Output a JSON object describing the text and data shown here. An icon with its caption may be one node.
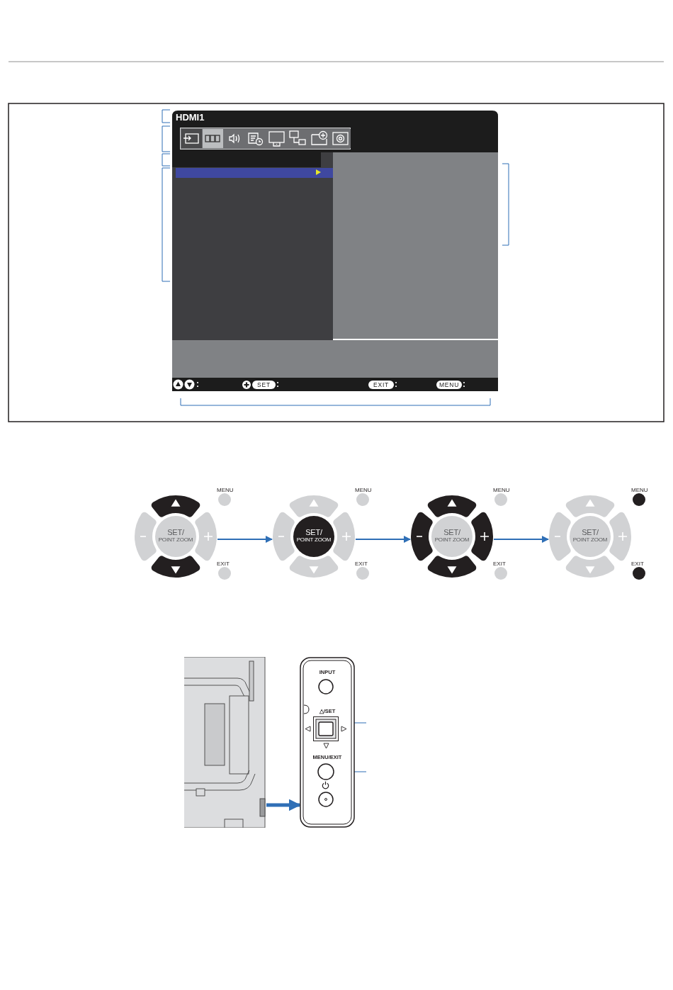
{
  "diagram": {
    "nodes": [
      {
        "text": [
          "SET/ POINT ZOOM"
        ],
        "beside": [
          "MENU",
          "EXIT"
        ]
      },
      {
        "text": [
          "SET/ POINT ZOOM"
        ],
        "beside": [
          "MENU",
          "EXIT"
        ]
      },
      {
        "text": [
          "SET/ POINT ZOOM"
        ],
        "beside": [
          "MENU",
          "EXIT"
        ]
      },
      {
        "text": [
          "SET/ POINT ZOOM"
        ],
        "beside": [
          "MENU",
          "EXIT"
        ]
      },
      {
        "text": [],
        "shape": "picture"
      },
      {
        "text": [
          "INPUT",
          "△/SET",
          "MENU/EXIT"
        ]
      },
      {
        "text": [],
        "shape": "circle",
        "in": 5
      },
      {
        "text": [],
        "shape": "box",
        "in": 5
      },
      {
        "text": [],
        "shape": "circle",
        "in": 5
      },
      {
        "text": [],
        "shape": "circle",
        "in": 5
      }
    ],
    "edges": [
      {
        "from": 0,
        "to": 1,
        "arrow": "to"
      },
      {
        "from": 1,
        "to": 2,
        "arrow": "to"
      },
      {
        "from": 2,
        "to": 3,
        "arrow": "to"
      },
      {
        "from": 4,
        "to": 5,
        "arrow": "to",
        "style": "thick"
      },
      {
        "from": null,
        "to": 7,
        "arrow": "none"
      },
      {
        "from": null,
        "to": 8,
        "arrow": "none"
      }
    ],
    "labels": [
      "HDMI1",
      ":",
      "SET",
      ":",
      "EXIT",
      ":",
      "MENU",
      ":"
    ]
  }
}
